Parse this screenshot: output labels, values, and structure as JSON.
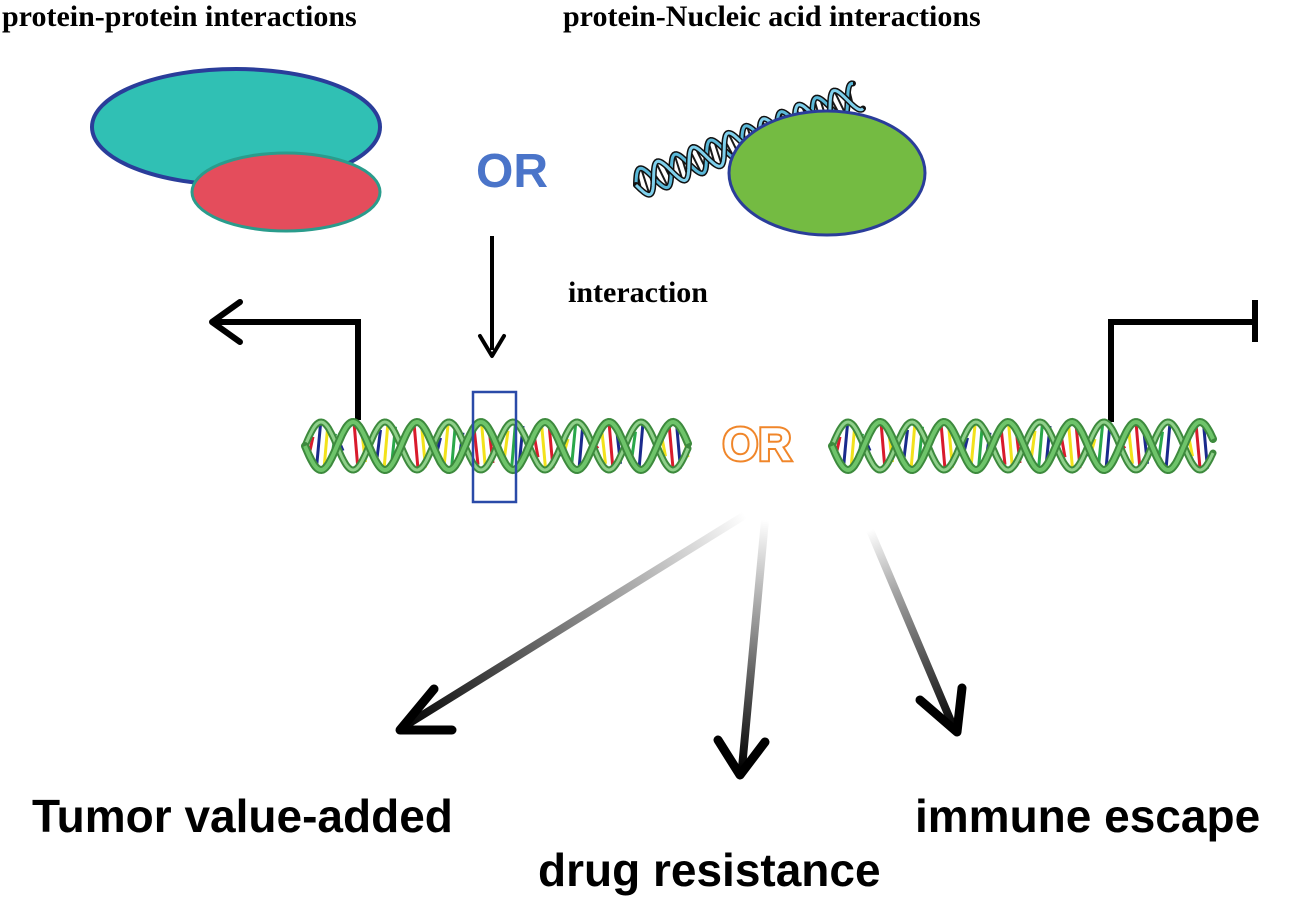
{
  "labels": {
    "ppi": "protein-protein interactions",
    "pna": "protein-Nucleic acid interactions",
    "or_top": "OR",
    "interaction": "interaction",
    "or_mid": "OR",
    "tumor": "Tumor value-added",
    "drug": "drug resistance",
    "immune": "immune escape"
  },
  "colors": {
    "protein_large": "#30c0b4",
    "protein_large_edge": "#2a3d9a",
    "protein_small": "#e44d5c",
    "protein_small_edge": "#2a9c8c",
    "protein_green": "#74bb42",
    "protein_green_edge": "#2a3d9a",
    "or_top": "#4a74c9",
    "or_mid": "#f0862a",
    "dna_strand": "#5ab05a",
    "dna_strand_dark": "#3d8a3d",
    "binding_box": "#2a4aa8",
    "arrow": "#000000"
  },
  "icons": {
    "dna_left": "dna-helix-icon",
    "dna_right": "dna-helix-icon",
    "ribbon": "nucleic-acid-ribbon-icon"
  }
}
